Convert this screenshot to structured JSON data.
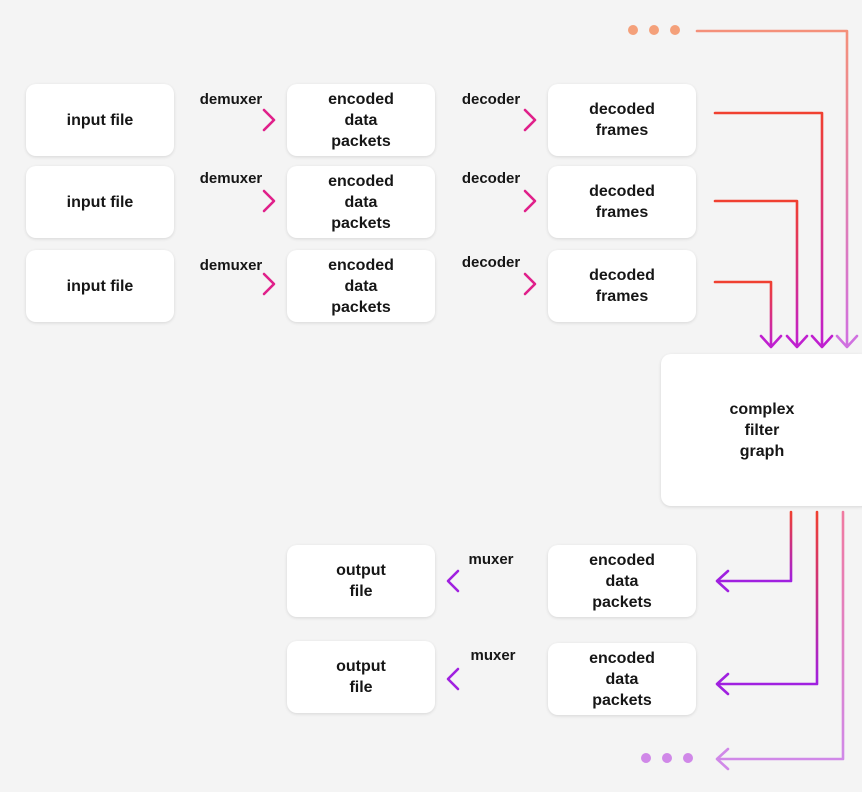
{
  "inputs": [
    {
      "input": "input file",
      "demux": "demuxer",
      "packets": "encoded\ndata\npackets",
      "dec": "decoder",
      "frames": "decoded\nframes"
    },
    {
      "input": "input file",
      "demux": "demuxer",
      "packets": "encoded\ndata\npackets",
      "dec": "decoder",
      "frames": "decoded\nframes"
    },
    {
      "input": "input file",
      "demux": "demuxer",
      "packets": "encoded\ndata\npackets",
      "dec": "decoder",
      "frames": "decoded\nframes"
    }
  ],
  "filter": {
    "label": "complex\nfilter\ngraph"
  },
  "outputs": [
    {
      "packets": "encoded\ndata\npackets",
      "mux": "muxer",
      "file": "output\nfile"
    },
    {
      "packets": "encoded\ndata\npackets",
      "mux": "muxer",
      "file": "output\nfile"
    }
  ],
  "colors": {
    "orange": "#f4a07a",
    "purple": "#a020e0",
    "magenta": "#e0208a",
    "red": "#f04030",
    "pink": "#f07aa0",
    "lilac": "#d088e8"
  }
}
